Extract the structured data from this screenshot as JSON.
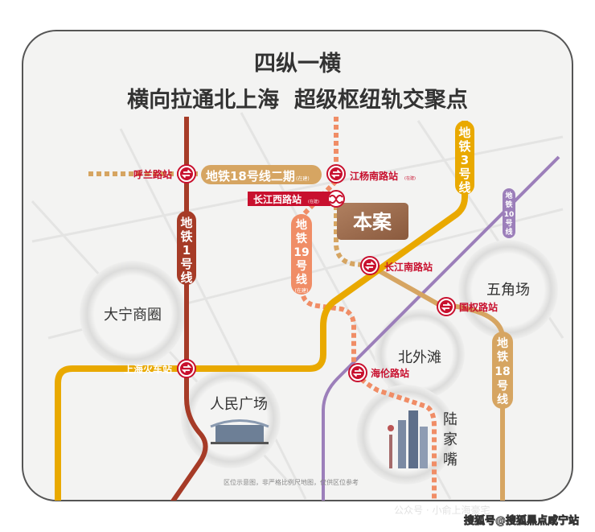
{
  "title": {
    "line1": "四纵一横",
    "line2": "横向拉通北上海  超级枢纽轨交聚点"
  },
  "lines": {
    "line1": {
      "label": [
        "地",
        "铁",
        "1",
        "号",
        "线"
      ],
      "color": "#a63b27"
    },
    "line3": {
      "label": [
        "地",
        "铁",
        "3",
        "号",
        "线"
      ],
      "color": "#e9a900"
    },
    "line10": {
      "label": [
        "地",
        "铁",
        "10",
        "号",
        "线"
      ],
      "color": "#9c7fba"
    },
    "line18": {
      "label": [
        "地",
        "铁",
        "18",
        "号",
        "线"
      ],
      "color": "#d6a562"
    },
    "line18_phase2": {
      "label": "地铁18号线二期",
      "note": "(在建)"
    },
    "line19": {
      "label": [
        "地",
        "铁",
        "19",
        "号",
        "线"
      ],
      "note": "(在建)",
      "color": "#f08d66"
    }
  },
  "stations": {
    "hulan": "呼兰路站",
    "jiangyangnan": "江杨南路站",
    "jiangyangnan_note": "(在建)",
    "changjiangxi": "长江西路站",
    "changjiangxi_note": "(在建)",
    "changjiangnan": "长江南路站",
    "guoquan": "国权路站",
    "shanghai_railway": "上海火车站",
    "hailun": "海伦路站"
  },
  "project_label": "本案",
  "districts": {
    "daning": "大宁商圈",
    "renmin": "人民广场",
    "beiwaitan": "北外滩",
    "wujiaochang": "五角场",
    "lujiazui": [
      "陆",
      "家",
      "嘴"
    ]
  },
  "disclaimer": "区位示意图，非严格比例尺地图，仅供区位参考",
  "watermark1": "公众号 · 小俞上海豪宅",
  "watermark2": "搜狐号@搜狐黑点咸宁站"
}
